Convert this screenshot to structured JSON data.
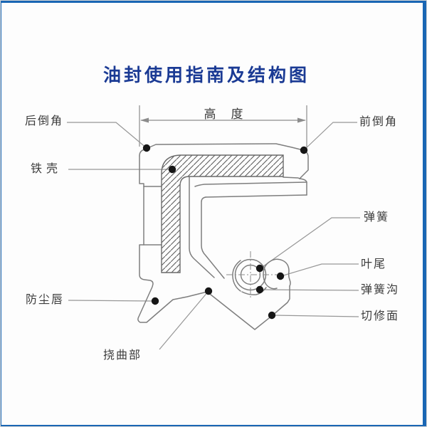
{
  "title": {
    "text": "油封使用指南及结构图"
  },
  "dimension": {
    "label": "高　度"
  },
  "labels": {
    "rear_chamfer": "后倒角",
    "iron_shell": "铁壳",
    "dust_lip": "防尘唇",
    "flex_section": "挠曲部",
    "front_chamfer": "前倒角",
    "spring": "弹簧",
    "lip_tail": "叶尾",
    "spring_groove": "弹簧沟",
    "trimmed_surface": "切修面"
  },
  "diagram": {
    "subject": "oil-seal-cross-section",
    "features": [
      "metal-case",
      "spring",
      "main-lip",
      "dust-lip",
      "height-dimension"
    ]
  },
  "colors": {
    "frame_blue": "#1966b4",
    "title_blue": "#1a3a94",
    "drawing_line": "#818181",
    "leader_line": "#939393",
    "marker_dot": "#161616",
    "label_text": "#3c3c3c"
  }
}
